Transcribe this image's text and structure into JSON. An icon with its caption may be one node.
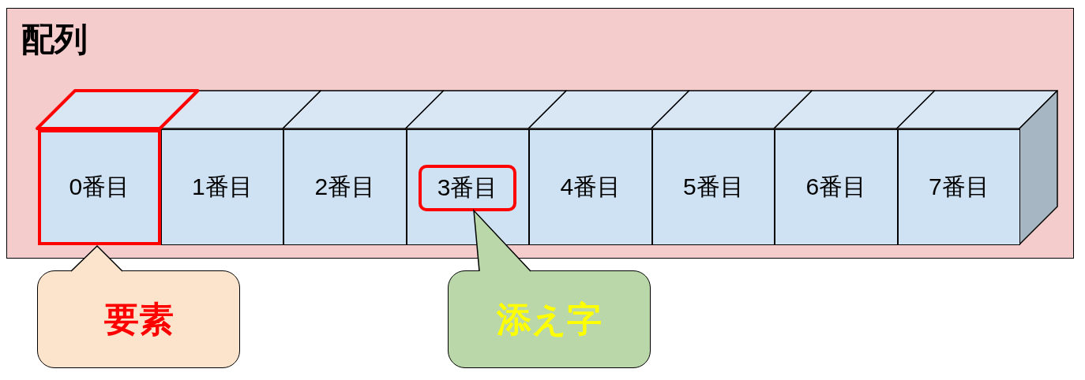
{
  "diagram": {
    "nodes": [
      {
        "text": [
          "配列"
        ]
      },
      {
        "text": [
          "0番目"
        ],
        "in": 0
      },
      {
        "text": [
          "1番目"
        ],
        "in": 0
      },
      {
        "text": [
          "2番目"
        ],
        "in": 0
      },
      {
        "text": [],
        "shape": "box",
        "in": 0
      },
      {
        "text": [
          "3番目"
        ],
        "in": 4
      },
      {
        "text": [
          "4番目"
        ],
        "in": 0
      },
      {
        "text": [
          "5番目"
        ],
        "in": 0
      },
      {
        "text": [
          "6番目"
        ],
        "in": 0
      },
      {
        "text": [
          "7番目"
        ],
        "in": 0
      },
      {
        "text": [
          "要素"
        ]
      },
      {
        "text": [
          "添え字"
        ]
      }
    ],
    "edges": [
      {
        "from": 10,
        "to": 1,
        "arrow": "to"
      },
      {
        "from": 11,
        "to": 5,
        "arrow": "to"
      }
    ]
  }
}
